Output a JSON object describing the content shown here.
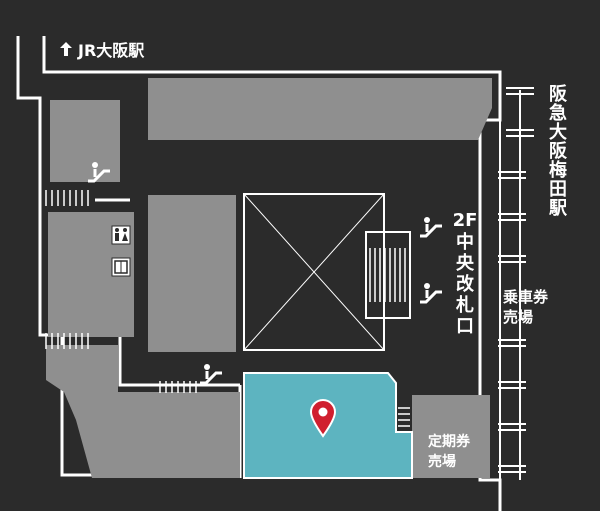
{
  "title_arrow_label": "JR大阪駅",
  "labels": {
    "hankyu": "阪急大阪梅田駅",
    "gate": "2F中央改札口",
    "ticket_sales": "乗車券売場",
    "commuter_sales": "定期券売場"
  },
  "colors": {
    "background": "#2b2b2b",
    "building": "#8f8f8f",
    "walls": "#ffffff",
    "highlight": "#5db4c0",
    "pin": "#d01f2f"
  },
  "icons": [
    "arrow-up-icon",
    "escalator-icon",
    "restroom-icon",
    "elevator-icon",
    "location-pin-icon"
  ]
}
